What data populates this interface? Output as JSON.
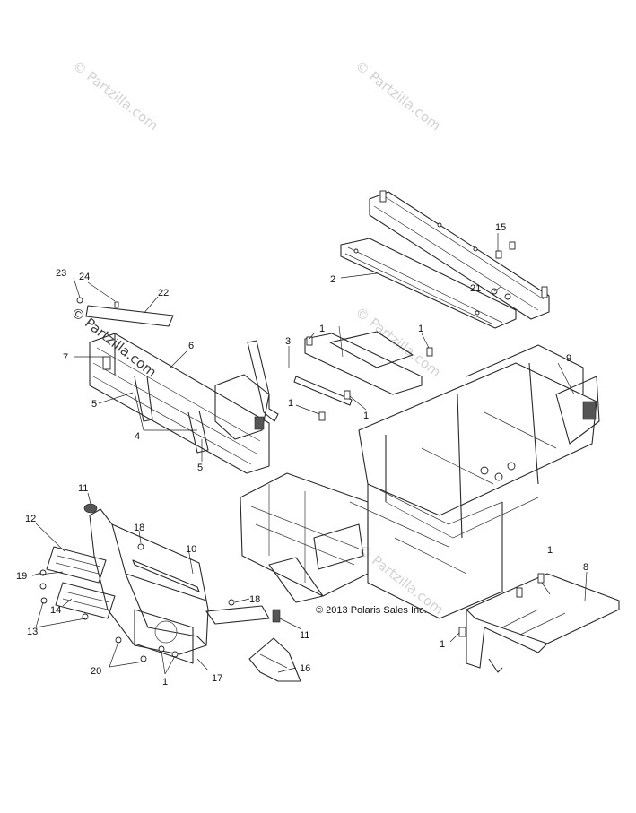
{
  "copyright": "© 2013 Polaris Sales Inc.",
  "watermarks": [
    {
      "text": "© Partzilla.com",
      "strong": false
    },
    {
      "text": "© Partzilla.com",
      "strong": false
    },
    {
      "text": "© Partzilla.com",
      "strong": true
    },
    {
      "text": "© Partzilla.com",
      "strong": false
    },
    {
      "text": "© Partzilla.com",
      "strong": false
    }
  ],
  "callouts": [
    "23",
    "24",
    "22",
    "7",
    "6",
    "5",
    "4",
    "5",
    "2",
    "15",
    "21",
    "3",
    "1",
    "1",
    "1",
    "1",
    "9",
    "11",
    "12",
    "18",
    "10",
    "19",
    "14",
    "13",
    "18",
    "11",
    "20",
    "1",
    "17",
    "16",
    "1",
    "8",
    "1"
  ]
}
